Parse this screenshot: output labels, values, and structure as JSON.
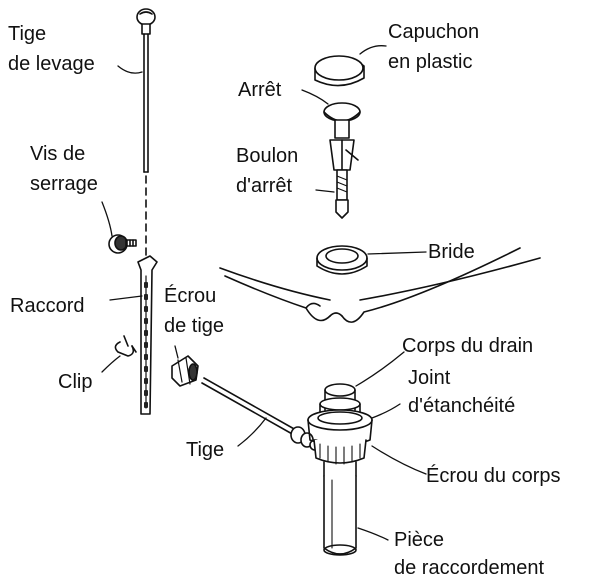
{
  "labels": {
    "tige_levage_1": "Tige",
    "tige_levage_2": "de levage",
    "vis_serrage_1": "Vis de",
    "vis_serrage_2": "serrage",
    "raccord": "Raccord",
    "clip": "Clip",
    "ecrou_tige_1": "Écrou",
    "ecrou_tige_2": "de tige",
    "tige": "Tige",
    "capuchon_1": "Capuchon",
    "capuchon_2": "en plastic",
    "arret": "Arrêt",
    "boulon_1": "Boulon",
    "boulon_2": "d'arrêt",
    "bride": "Bride",
    "corps_drain": "Corps du drain",
    "joint_1": "Joint",
    "joint_2": "d'étanchéité",
    "ecrou_corps": "Écrou du corps",
    "piece_1": "Pièce",
    "piece_2": "de raccordement"
  }
}
